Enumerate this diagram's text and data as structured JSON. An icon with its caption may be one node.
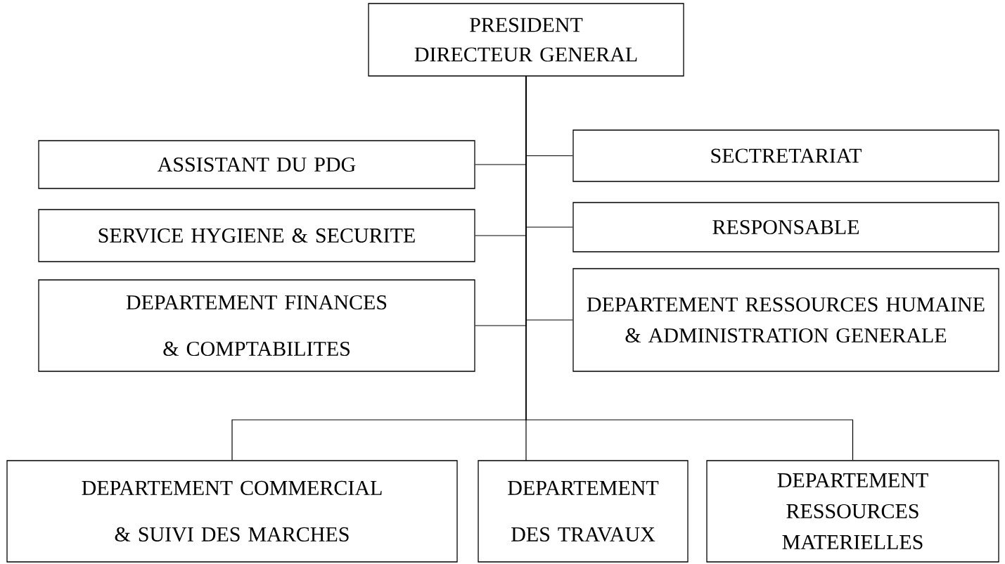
{
  "diagram": {
    "nodes": [
      {
        "text": [
          "PRESIDENT DIRECTEUR GENERAL"
        ]
      },
      {
        "text": [
          "ASSISTANT DU PDG"
        ]
      },
      {
        "text": [
          "SECTRETARIAT"
        ]
      },
      {
        "text": [
          "SERVICE HYGIENE & SECURITE"
        ]
      },
      {
        "text": [
          "RESPONSABLE"
        ]
      },
      {
        "text": [
          "DEPARTEMENT FINANCES & COMPTABILITES"
        ]
      },
      {
        "text": [
          "DEPARTEMENT RESSOURCES HUMAINE & ADMINISTRATION GENERALE"
        ]
      },
      {
        "text": [
          "DEPARTEMENT COMMERCIAL & SUIVI DES MARCHES"
        ]
      },
      {
        "text": [
          "DEPARTEMENT DES TRAVAUX"
        ]
      },
      {
        "text": [
          "DEPARTEMENT RESSOURCES MATERIELLES"
        ]
      }
    ],
    "edges": [
      {
        "from": 0,
        "to": 1,
        "arrow": "none"
      },
      {
        "from": 0,
        "to": 2,
        "arrow": "none"
      },
      {
        "from": 0,
        "to": 3,
        "arrow": "none"
      },
      {
        "from": 0,
        "to": 4,
        "arrow": "none"
      },
      {
        "from": 0,
        "to": 5,
        "arrow": "none"
      },
      {
        "from": 0,
        "to": 6,
        "arrow": "none"
      },
      {
        "from": 0,
        "to": 7,
        "arrow": "none"
      },
      {
        "from": 0,
        "to": 8,
        "arrow": "none"
      },
      {
        "from": 0,
        "to": 9,
        "arrow": "none"
      }
    ]
  }
}
